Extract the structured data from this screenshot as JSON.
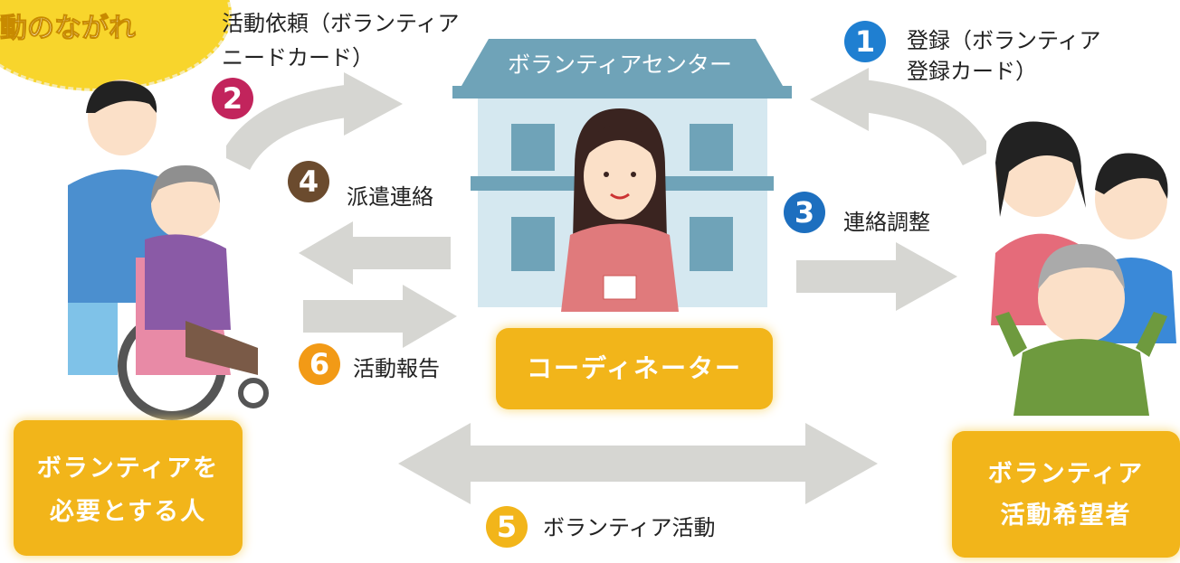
{
  "title": "動のながれ",
  "center": {
    "building_label": "ボランティアセンター",
    "coordinator_label": "コーディネーター"
  },
  "left_group": {
    "label_line1": "ボランティアを",
    "label_line2": "必要とする人"
  },
  "right_group": {
    "label_line1": "ボランティア",
    "label_line2": "活動希望者"
  },
  "steps": [
    {
      "number": "1",
      "line1": "登録（ボランティア",
      "line2": "登録カード）",
      "color": "#1f7fd1"
    },
    {
      "number": "2",
      "line1": "活動依頼（ボランティア",
      "line2": "ニードカード）",
      "color": "#c2245c"
    },
    {
      "number": "3",
      "line1": "連絡調整",
      "color": "#1d6fbf"
    },
    {
      "number": "4",
      "line1": "派遣連絡",
      "color": "#6b4b2e"
    },
    {
      "number": "5",
      "line1": "ボランティア活動",
      "color": "#f2b51a"
    },
    {
      "number": "6",
      "line1": "活動報告",
      "color": "#f29a16"
    }
  ],
  "colors": {
    "accent_yellow": "#f2b51a",
    "arrow_gray": "#d6d6d2",
    "building_roof": "#6fa3b8",
    "building_wall": "#d5e8f0"
  }
}
